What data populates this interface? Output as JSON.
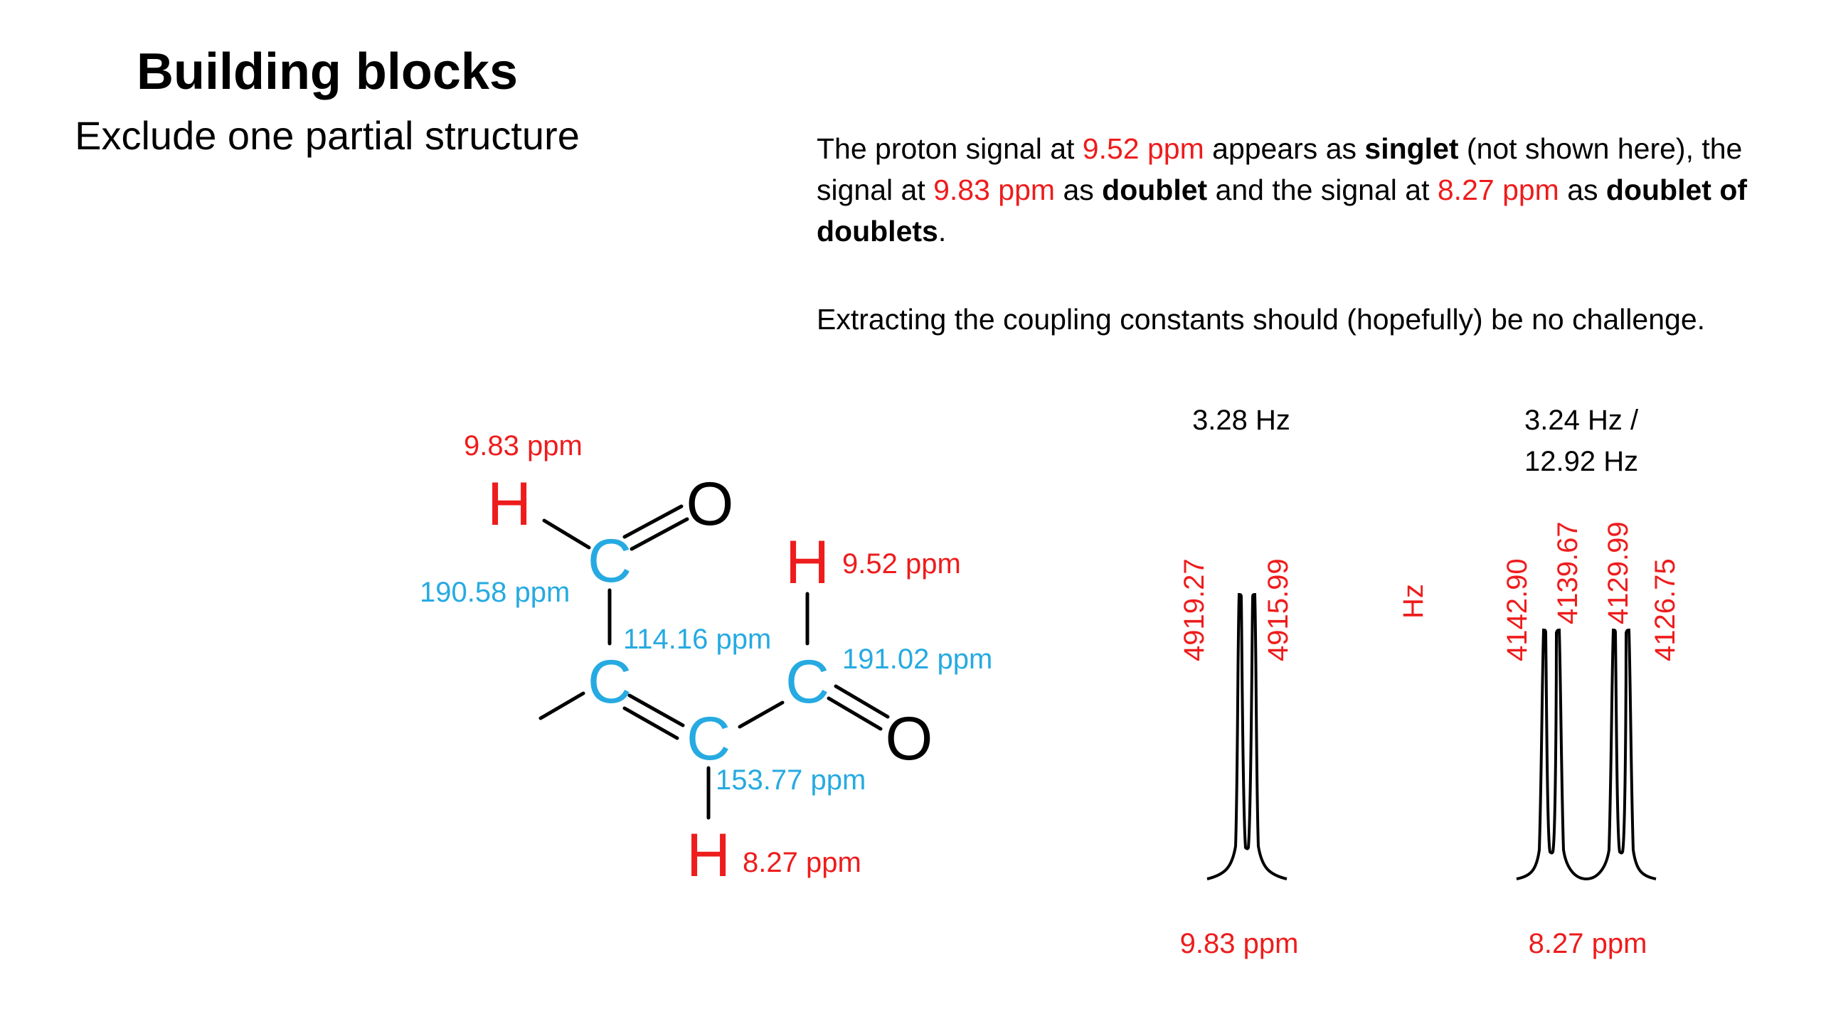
{
  "header": {
    "title": "Building blocks",
    "subtitle": "Exclude one partial structure"
  },
  "description": {
    "p1": {
      "t1": "The proton signal at ",
      "v1": "9.52 ppm",
      "t2": " appears as ",
      "b1": "singlet",
      "t3": " (not shown here), the signal at ",
      "v2": "9.83 ppm",
      "t4": " as ",
      "b2": "doublet",
      "t5": " and the signal at ",
      "v3": "8.27 ppm",
      "t6": " as ",
      "b3": "doublet of doublets",
      "t7": "."
    },
    "p2": "Extracting the coupling constants should (hopefully) be no challenge."
  },
  "structure": {
    "atoms": {
      "h_aldehyde": "H",
      "o_aldehyde": "O",
      "c_aldehyde": "C",
      "c_alpha": "C",
      "c_beta": "C",
      "c_ketone": "C",
      "h_ketone": "H",
      "o_ketone": "O",
      "h_vinyl": "H"
    },
    "labels": {
      "h_aldehyde_shift": "9.83 ppm",
      "c_aldehyde_shift": "190.58 ppm",
      "c_alpha_shift": "114.16 ppm",
      "h_ketone_shift": "9.52 ppm",
      "c_ketone_shift": "191.02 ppm",
      "c_beta_shift": "153.77 ppm",
      "h_vinyl_shift": "8.27 ppm"
    },
    "colors": {
      "hydrogen": "#ee1c1c",
      "carbon": "#26aae1",
      "oxygen": "#000000"
    }
  },
  "spectra": {
    "axis_unit": "Hz",
    "doublet": {
      "coupling": "3.28 Hz",
      "shift": "9.83 ppm",
      "peaks": [
        "4919.27",
        "4915.99"
      ]
    },
    "dd": {
      "coupling_line1": "3.24 Hz /",
      "coupling_line2": "12.92 Hz",
      "shift": "8.27 ppm",
      "peaks": [
        "4142.90",
        "4139.67",
        "4129.99",
        "4126.75"
      ]
    }
  }
}
